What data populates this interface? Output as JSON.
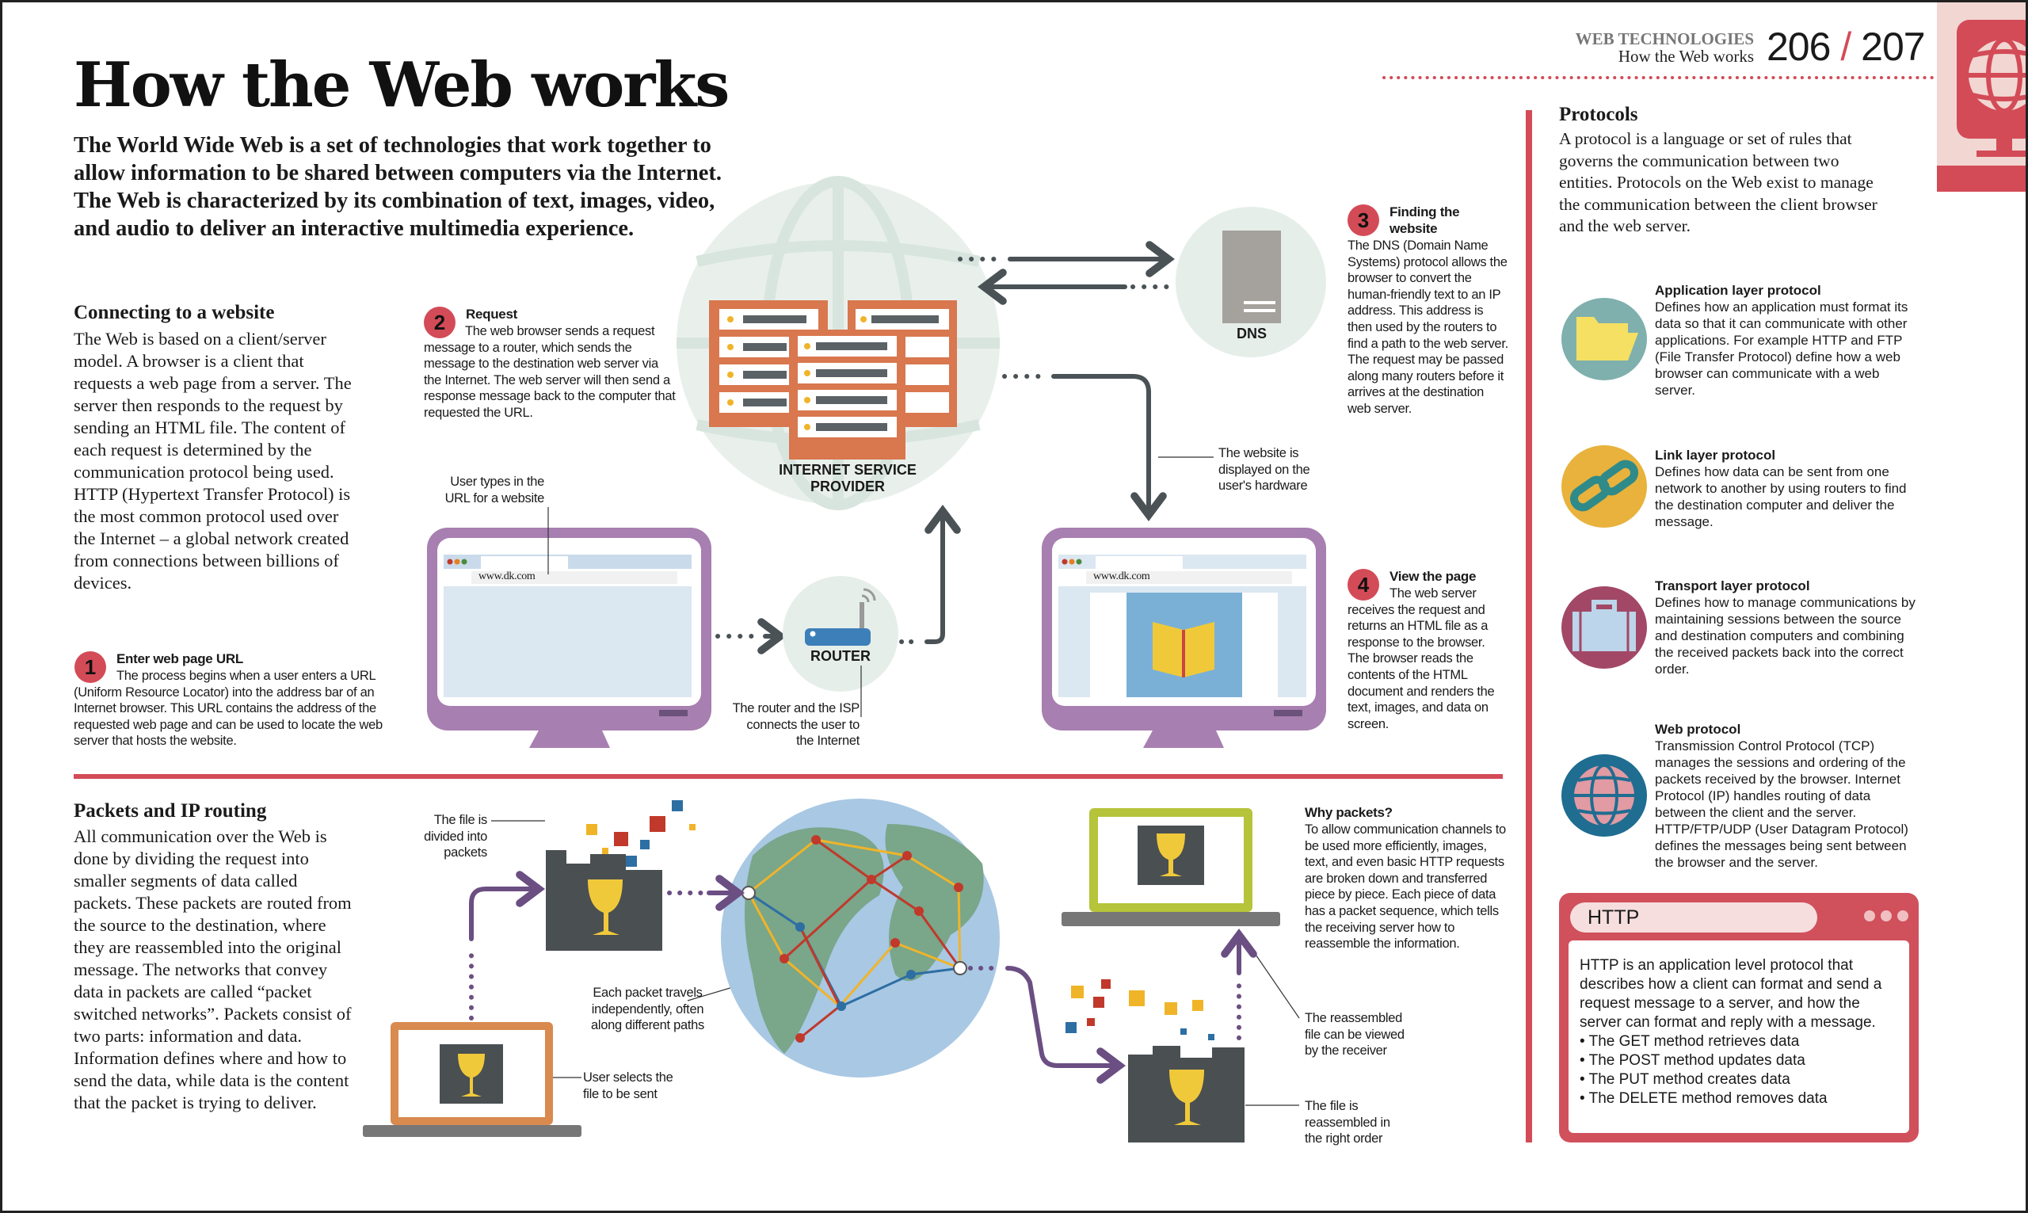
{
  "header": {
    "section": "WEB TECHNOLOGIES",
    "subtitle": "How the Web works",
    "page_left": "206",
    "page_sep": "/",
    "page_right": "207",
    "corner_icon": "globe-monitor-icon"
  },
  "title": "How the Web works",
  "intro": "The World Wide Web is a set of technologies that work together to allow information to be shared between computers via the Internet. The Web is characterized by its combination of text, images, video, and audio to deliver an interactive multimedia experience.",
  "connecting": {
    "heading": "Connecting to a website",
    "body": "The Web is based on a client/server model. A browser is a client that requests a web page from a server. The server then responds to the request by sending an HTML file. The content of each request is determined by the communication protocol being used. HTTP (Hypertext Transfer Protocol) is the most common protocol used over the Internet – a global network created from connections between billions of devices."
  },
  "steps": [
    {
      "num": "1",
      "title": "Enter web page URL",
      "body": "The process begins when a user enters a URL (Uniform Resource Locator) into the address bar of an Internet browser. This URL contains the address of the requested web page and can be used to locate the web server that hosts the website."
    },
    {
      "num": "2",
      "title": "Request",
      "body": "The web browser sends a request message to a router, which sends the message to the destination web server via the Internet. The web server will then send a response message back to the computer that requested the URL."
    },
    {
      "num": "3",
      "title": "Finding the website",
      "body": "The DNS (Domain Name Systems) protocol allows the browser to convert the human-friendly text to an IP address. This address is then used by the routers to find a path to the web server. The request may be passed along many routers before it arrives at the destination web server."
    },
    {
      "num": "4",
      "title": "View the page",
      "body": "The web server receives the request and returns an HTML file as a response to the browser. The browser reads the contents of the HTML document and renders the text, images, and data on screen."
    }
  ],
  "diagram": {
    "isp_label": "INTERNET SERVICE PROVIDER",
    "dns_label": "DNS",
    "router_label": "ROUTER",
    "url": "www.dk.com",
    "callout_user_types": "User types in the URL for a website",
    "callout_router_isp": "The router and the ISP connects the user to the Internet",
    "callout_displayed": "The website is displayed on the user's hardware"
  },
  "packets": {
    "heading": "Packets and IP routing",
    "body": "All communication over the Web is done by dividing the request into smaller segments of data called packets. These packets are routed from the source to the destination, where they are reassembled into the original message. The networks that convey data in packets are called “packet switched networks”. Packets consist of two parts: information and data. Information defines where and how to send the data, while data is the content that the packet is trying to deliver.",
    "callout_divided": "The file is divided into packets",
    "callout_travels": "Each packet travels independently, often along different paths",
    "callout_selects": "User selects the file to be sent",
    "callout_viewed": "The reassembled file can be viewed by the receiver",
    "callout_reassembled": "The file is reassembled in the right order",
    "why_heading": "Why packets?",
    "why_body": "To allow communication channels to be used more efficiently, images, text, and even basic HTTP requests are broken down and transferred piece by piece. Each piece of data has a packet sequence, which tells the receiving server how to reassemble the information."
  },
  "protocols": {
    "heading": "Protocols",
    "intro": "A protocol is a language or set of rules that governs the communication between two entities. Protocols on the Web exist to manage the communication between the client browser and the web server.",
    "items": [
      {
        "title": "Application layer protocol",
        "body": "Defines how an application must format its data so that it can communicate with other applications. For example HTTP and FTP (File Transfer Protocol) define how a web browser can communicate with a web server.",
        "icon": "folder-icon",
        "color": "#7fb0ad"
      },
      {
        "title": "Link layer protocol",
        "body": "Defines how data can be sent from one network to another by using routers to find the destination computer and deliver the message.",
        "icon": "chain-link-icon",
        "color": "#e8b23c"
      },
      {
        "title": "Transport layer protocol",
        "body": "Defines how to manage communications by maintaining sessions between the source and destination computers and combining the received packets back into the correct order.",
        "icon": "suitcase-icon",
        "color": "#a24866"
      },
      {
        "title": "Web protocol",
        "body": "Transmission Control Protocol (TCP) manages the sessions and ordering of the packets received by the browser. Internet Protocol (IP) handles routing of data between the client and the server. HTTP/FTP/UDP (User Datagram Protocol) defines the messages being sent between the browser and the server.",
        "icon": "globe-icon",
        "color": "#1f6d91"
      }
    ],
    "http": {
      "title": "HTTP",
      "body": "HTTP is an application level protocol that describes how a client can format and send a request message to a server, and how the server can format and reply with a message.",
      "bullets": [
        "The GET method retrieves data",
        "The POST method updates data",
        "The PUT method creates data",
        "The DELETE method removes data"
      ]
    }
  },
  "colors": {
    "accent_red": "#d34b57",
    "monitor_purple": "#a77fb0",
    "server_orange": "#d9774f",
    "router_blue": "#3d7fb8",
    "arrow_gray": "#4a5256",
    "packet_arrow_purple": "#6b4e82"
  }
}
